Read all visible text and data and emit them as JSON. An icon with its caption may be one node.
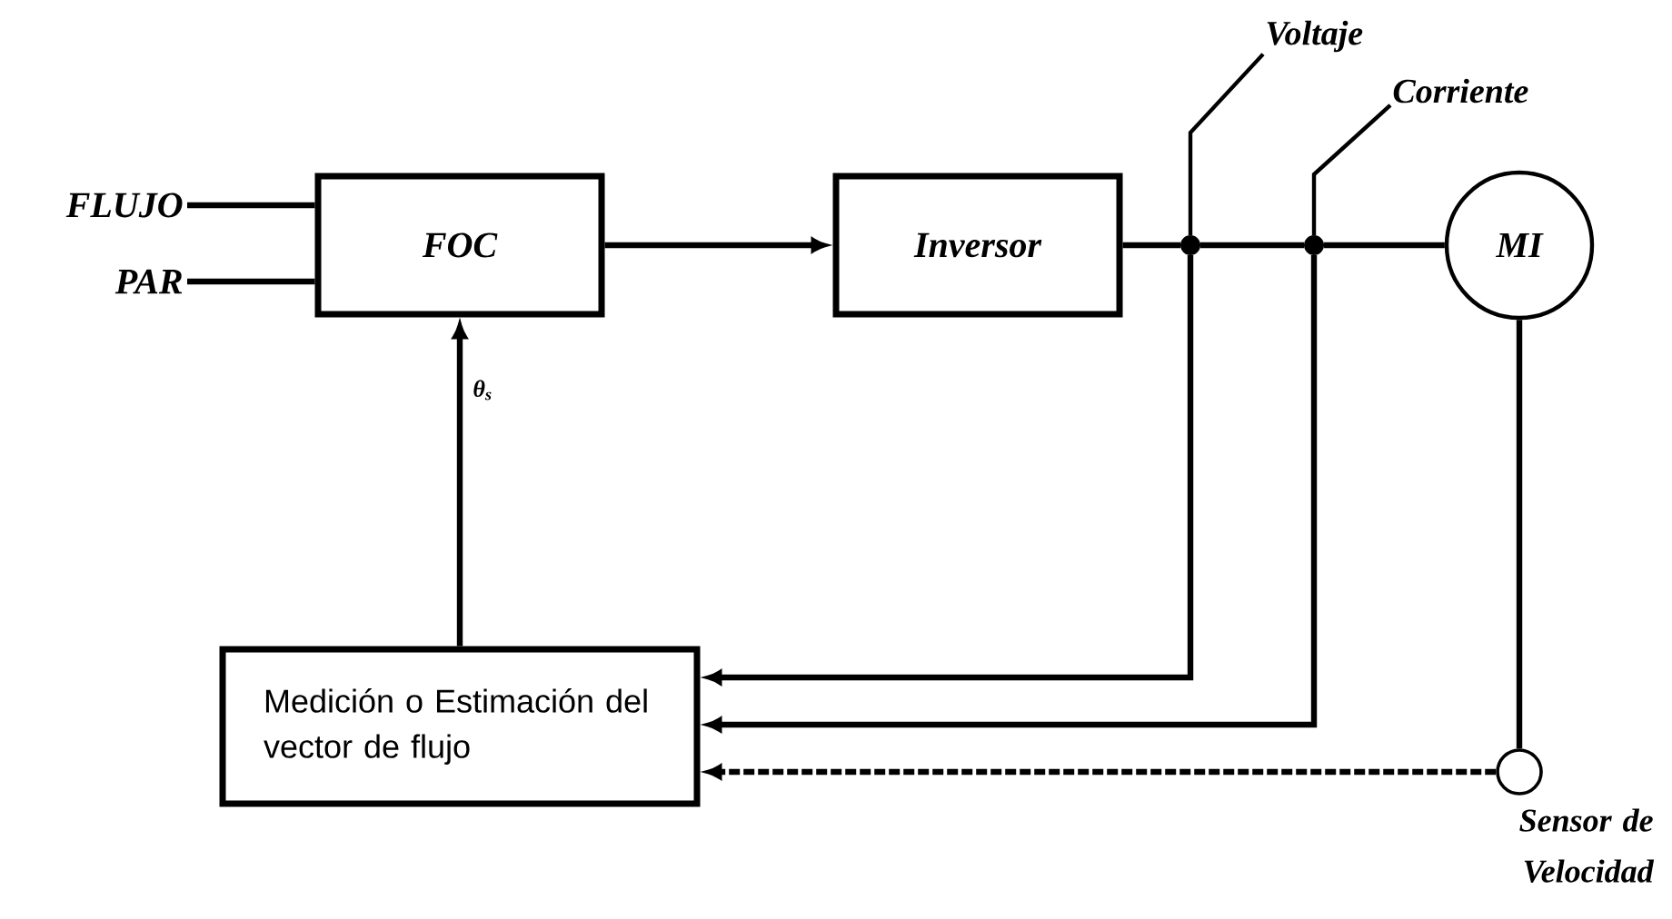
{
  "diagram": {
    "nodes": [
      {
        "text": [
          "FLUJO"
        ]
      },
      {
        "text": [
          "PAR"
        ]
      },
      {
        "text": [
          "FOC"
        ]
      },
      {
        "text": [
          "Inversor"
        ]
      },
      {
        "text": [
          "MI"
        ]
      },
      {
        "text": [
          "Medición o Estimación del vector de flujo"
        ]
      },
      {
        "text": [],
        "shape": "circle",
        "beside": [
          "Sensor de Velocidad"
        ]
      },
      {
        "text": [
          "Voltaje"
        ]
      },
      {
        "text": [
          "Corriente"
        ]
      },
      {
        "text": [],
        "shape": "dot"
      },
      {
        "text": [],
        "shape": "dot"
      }
    ],
    "edges": [
      {
        "from": 0,
        "to": 2,
        "arrow": "none"
      },
      {
        "from": 1,
        "to": 2,
        "arrow": "none"
      },
      {
        "from": 2,
        "to": 3,
        "arrow": "to"
      },
      {
        "from": 3,
        "to": 9,
        "arrow": "none"
      },
      {
        "from": 9,
        "to": 10,
        "arrow": "none"
      },
      {
        "from": 10,
        "to": 4,
        "arrow": "none"
      },
      {
        "from": 9,
        "to": 5,
        "arrow": "to"
      },
      {
        "from": 10,
        "to": 5,
        "arrow": "to"
      },
      {
        "from": 4,
        "to": 6,
        "arrow": "none"
      },
      {
        "from": 6,
        "to": 5,
        "arrow": "to",
        "style": "dashed"
      },
      {
        "from": 5,
        "to": 2,
        "arrow": "to",
        "label": "θ$_{s}$"
      },
      {
        "from": 7,
        "to": 9,
        "arrow": "none"
      },
      {
        "from": 8,
        "to": 10,
        "arrow": "none"
      }
    ]
  }
}
